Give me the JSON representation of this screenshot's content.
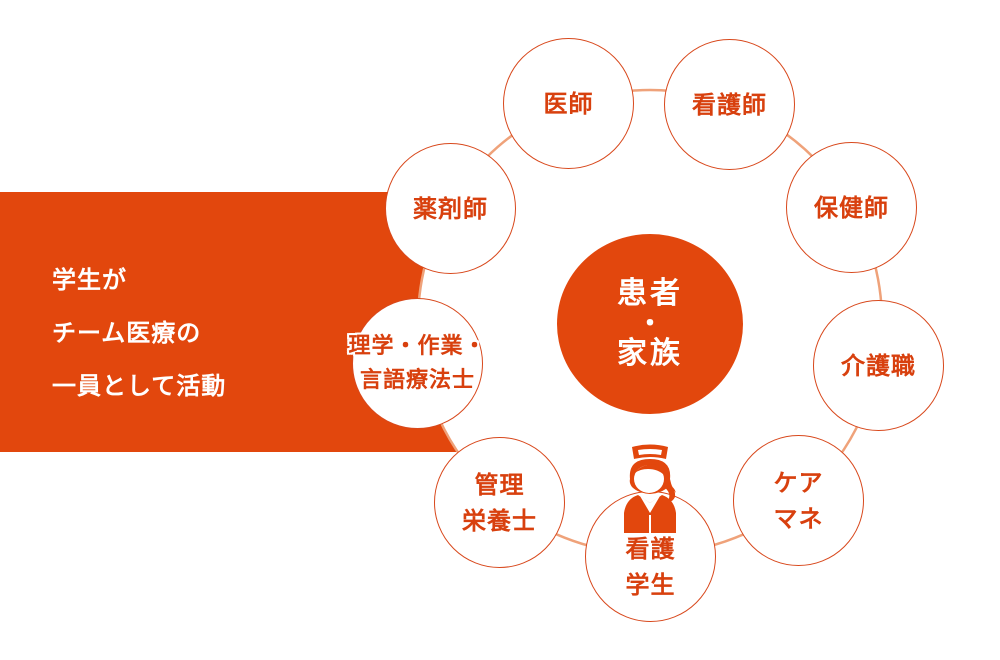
{
  "colors": {
    "accent": "#E2470D",
    "node_text": "#D8400E",
    "node_border": "#D8481C",
    "ring_line": "#EFA27A",
    "background": "#FFFFFF"
  },
  "banner": {
    "lines": [
      "学生が",
      "チーム医療の",
      "一員として活動"
    ]
  },
  "center": {
    "line1": "患者",
    "separator": "・",
    "line2": "家族"
  },
  "nodes": [
    {
      "id": "doctor",
      "lines": [
        "医師"
      ]
    },
    {
      "id": "nurse",
      "lines": [
        "看護師"
      ]
    },
    {
      "id": "public-health-nurse",
      "lines": [
        "保健師"
      ]
    },
    {
      "id": "care-worker",
      "lines": [
        "介護職"
      ]
    },
    {
      "id": "care-manager",
      "lines": [
        "ケア",
        "マネ"
      ]
    },
    {
      "id": "nursing-student",
      "lines": [
        "看護",
        "学生"
      ],
      "icon": "nurse-icon"
    },
    {
      "id": "dietitian",
      "lines": [
        "管理",
        "栄養士"
      ]
    },
    {
      "id": "therapists",
      "lines": [
        "理学・作業・",
        "言語療法士"
      ]
    },
    {
      "id": "pharmacist",
      "lines": [
        "薬剤師"
      ]
    }
  ]
}
